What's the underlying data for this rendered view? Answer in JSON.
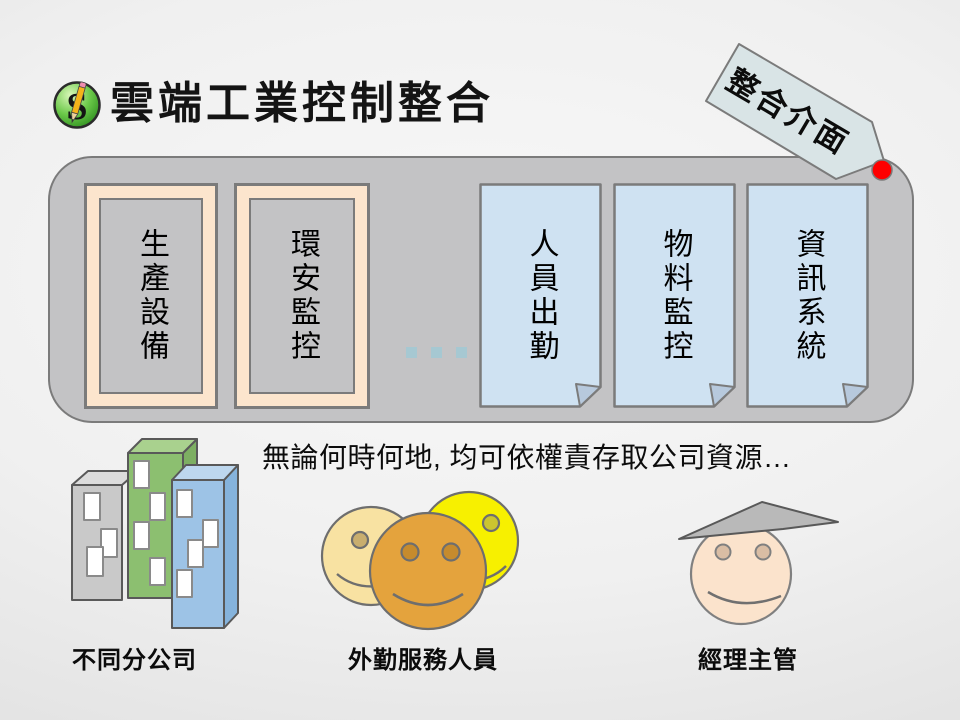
{
  "slide": {
    "title": {
      "text": "雲端工業控制整合",
      "icon": "dollar-pencil-icon"
    },
    "corner_tag": {
      "label": "整合介面",
      "marker": "red-dot"
    },
    "integration_panel": {
      "framed_boxes": [
        {
          "label": "生產設備"
        },
        {
          "label": "環安監控"
        }
      ],
      "ellipsis_dots": 3,
      "document_boxes": [
        {
          "label": "人員出勤"
        },
        {
          "label": "物料監控"
        },
        {
          "label": "資訊系統"
        }
      ]
    },
    "caption": "無論何時何地, 均可依權責存取公司資源…",
    "actors": [
      {
        "label": "不同分公司",
        "icon": "office-buildings-icon"
      },
      {
        "label": "外勤服務人員",
        "icon": "smiley-group-icon"
      },
      {
        "label": "經理主管",
        "icon": "manager-face-icon"
      }
    ],
    "colors": {
      "panel_fill": "#c3c3c5",
      "panel_border": "#7b7b7b",
      "framed_box_fill": "#fce5cd",
      "document_box_fill": "#cfe2f2",
      "document_fold": "#b7c9dd",
      "ellipsis_dot": "#a6c8d2",
      "tag_fill": "#d9e4e6",
      "red_marker": "#fe0000",
      "building_gray": "#c9c9c9",
      "building_green": "#8cbf70",
      "building_blue": "#9dc3e6",
      "smiley_pale": "#f8e2a2",
      "smiley_yellow": "#f7f000",
      "smiley_orange": "#e4a33d",
      "face_skin": "#fbe3cc"
    }
  }
}
